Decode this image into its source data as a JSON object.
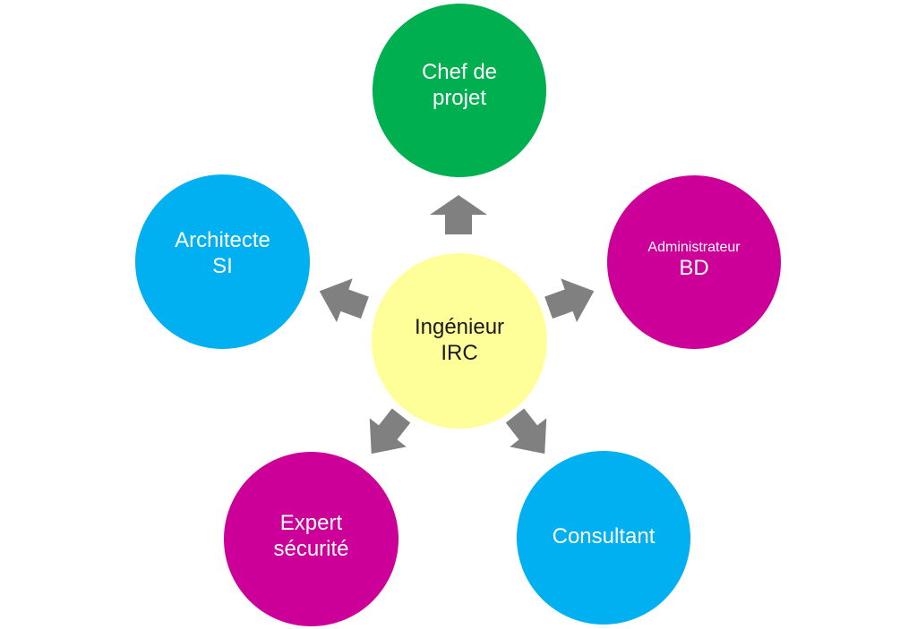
{
  "colors": {
    "green": "#00b050",
    "magenta": "#cc0099",
    "blue": "#00b0f0",
    "center": "#ffff99",
    "arrow": "#808080"
  },
  "nodes": {
    "center": {
      "line1": "Ingénieur",
      "line2": "IRC"
    },
    "chef": {
      "line1": "Chef de",
      "line2": "projet"
    },
    "admin": {
      "line1": "Administrateur",
      "line2": "BD"
    },
    "architect": {
      "line1": "Architecte",
      "line2": "SI"
    },
    "expert": {
      "line1": "Expert",
      "line2": "sécurité"
    },
    "consult": {
      "line1": "Consultant"
    }
  }
}
